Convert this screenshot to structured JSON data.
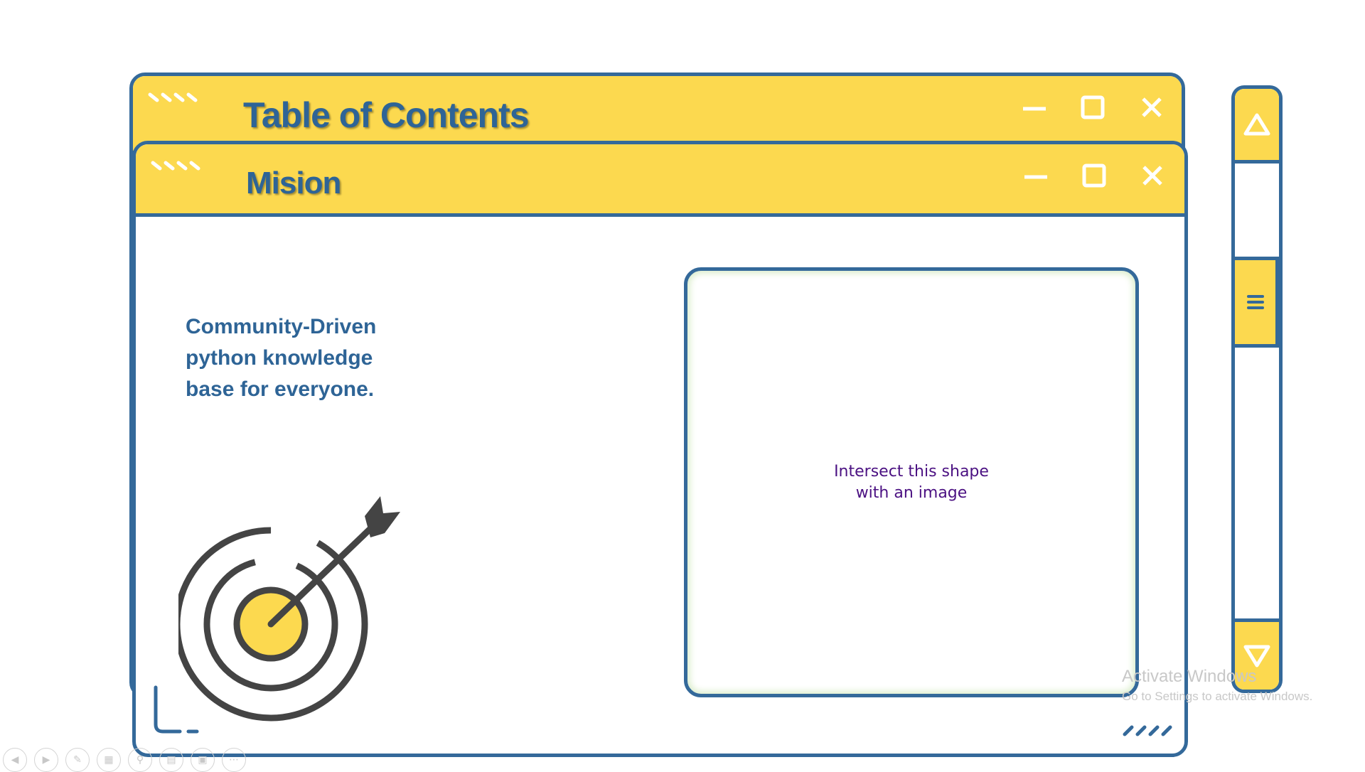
{
  "windows": {
    "back": {
      "title": "Table of Contents"
    },
    "front": {
      "title": "Mision"
    }
  },
  "mission": {
    "line1": "Community-Driven",
    "line2": "python knowledge",
    "line3": "base for everyone."
  },
  "placeholder": {
    "line1": "Intersect this shape",
    "line2": "with an image"
  },
  "watermark": {
    "line1": "Activate Windows",
    "line2": "Go to Settings to activate Windows."
  },
  "toolbar": {
    "icons": [
      "previous-icon",
      "next-icon",
      "pen-icon",
      "slides-icon",
      "zoom-icon",
      "subtitles-icon",
      "camera-icon",
      "more-icon"
    ]
  },
  "colors": {
    "accent_yellow": "#fcd94f",
    "border_blue": "#34699a",
    "text_blue": "#2e6496",
    "placeholder_text": "#4b1182",
    "icon_gray": "#444444"
  }
}
